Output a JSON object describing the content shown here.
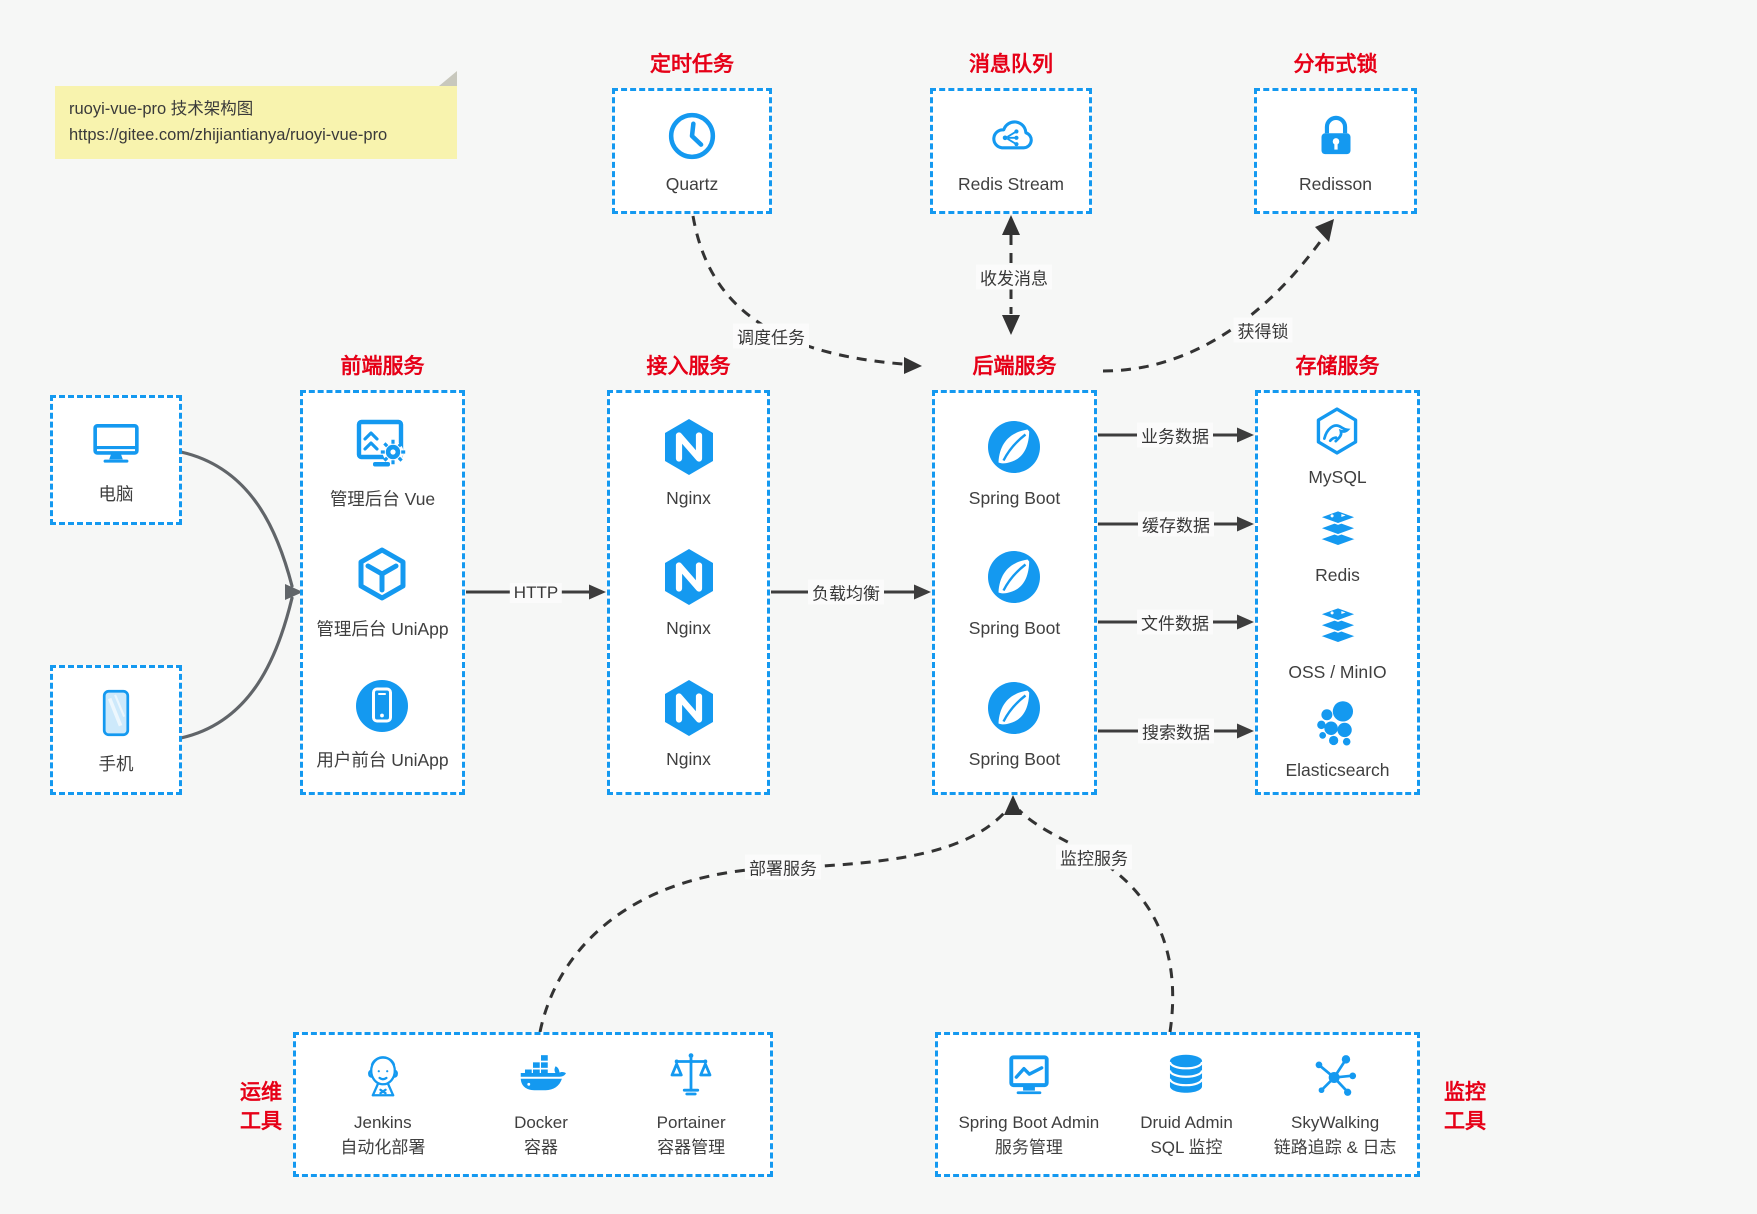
{
  "colors": {
    "accent_blue": "#1499f0",
    "title_red": "#e60017",
    "arrow_gray": "#3d3d3d",
    "note_bg": "#f8f3ae",
    "canvas_bg": "#f6f7f6",
    "box_bg": "#ffffff"
  },
  "note": {
    "line1": "ruoyi-vue-pro 技术架构图",
    "line2": "https://gitee.com/zhijiantianya/ruoyi-vue-pro"
  },
  "groups": {
    "scheduler": {
      "title": "定时任务",
      "items": [
        {
          "icon": "clock-icon",
          "label": "Quartz"
        }
      ]
    },
    "mq": {
      "title": "消息队列",
      "items": [
        {
          "icon": "cloud-stream-icon",
          "label": "Redis Stream"
        }
      ]
    },
    "lock": {
      "title": "分布式锁",
      "items": [
        {
          "icon": "lock-icon",
          "label": "Redisson"
        }
      ]
    },
    "clients": {
      "items": [
        {
          "icon": "desktop-icon",
          "label": "电脑"
        },
        {
          "icon": "phone-icon",
          "label": "手机"
        }
      ]
    },
    "frontend": {
      "title": "前端服务",
      "items": [
        {
          "icon": "admin-vue-icon",
          "label": "管理后台 Vue"
        },
        {
          "icon": "uniapp-cube-icon",
          "label": "管理后台 UniApp"
        },
        {
          "icon": "user-app-icon",
          "label": "用户前台 UniApp"
        }
      ]
    },
    "gateway": {
      "title": "接入服务",
      "items": [
        {
          "icon": "nginx-icon",
          "label": "Nginx"
        },
        {
          "icon": "nginx-icon",
          "label": "Nginx"
        },
        {
          "icon": "nginx-icon",
          "label": "Nginx"
        }
      ]
    },
    "backend": {
      "title": "后端服务",
      "items": [
        {
          "icon": "spring-boot-icon",
          "label": "Spring Boot"
        },
        {
          "icon": "spring-boot-icon",
          "label": "Spring Boot"
        },
        {
          "icon": "spring-boot-icon",
          "label": "Spring Boot"
        }
      ]
    },
    "storage": {
      "title": "存储服务",
      "items": [
        {
          "icon": "mysql-icon",
          "label": "MySQL"
        },
        {
          "icon": "redis-icon",
          "label": "Redis"
        },
        {
          "icon": "redis-icon",
          "label": "OSS / MinIO"
        },
        {
          "icon": "elasticsearch-icon",
          "label": "Elasticsearch"
        }
      ]
    },
    "devops": {
      "title_line1": "运维",
      "title_line2": "工具",
      "items": [
        {
          "icon": "jenkins-icon",
          "line1": "Jenkins",
          "line2": "自动化部署"
        },
        {
          "icon": "docker-icon",
          "line1": "Docker",
          "line2": "容器"
        },
        {
          "icon": "portainer-icon",
          "line1": "Portainer",
          "line2": "容器管理"
        }
      ]
    },
    "monitoring": {
      "title_line1": "监控",
      "title_line2": "工具",
      "items": [
        {
          "icon": "spring-boot-admin-icon",
          "line1": "Spring Boot Admin",
          "line2": "服务管理"
        },
        {
          "icon": "druid-icon",
          "line1": "Druid Admin",
          "line2": "SQL 监控"
        },
        {
          "icon": "skywalking-icon",
          "line1": "SkyWalking",
          "line2": "链路追踪 & 日志"
        }
      ]
    }
  },
  "edges": {
    "schedule": "调度任务",
    "messages": "收发消息",
    "lock": "获得锁",
    "http": "HTTP",
    "load_balance": "负载均衡",
    "business_data": "业务数据",
    "cache_data": "缓存数据",
    "file_data": "文件数据",
    "search_data": "搜索数据",
    "deploy": "部署服务",
    "monitor": "监控服务"
  }
}
